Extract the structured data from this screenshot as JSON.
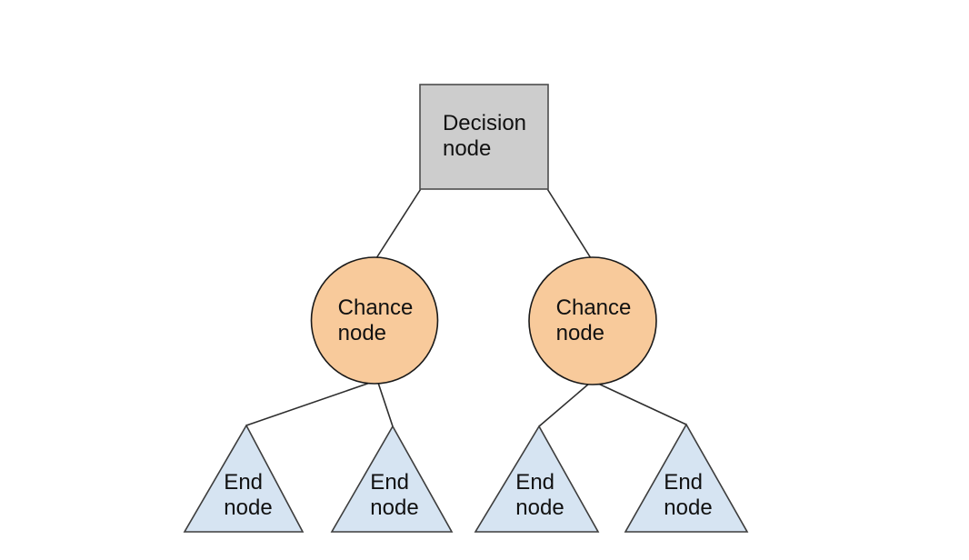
{
  "diagram": {
    "type": "decision-tree",
    "nodes": [
      {
        "id": "decision-node",
        "shape": "square",
        "label": "Decision\nnode"
      },
      {
        "id": "chance-node-left",
        "shape": "circle",
        "label": "Chance\nnode"
      },
      {
        "id": "chance-node-right",
        "shape": "circle",
        "label": "Chance\nnode"
      },
      {
        "id": "end-node-1",
        "shape": "triangle",
        "label": "End\nnode"
      },
      {
        "id": "end-node-2",
        "shape": "triangle",
        "label": "End\nnode"
      },
      {
        "id": "end-node-3",
        "shape": "triangle",
        "label": "End\nnode"
      },
      {
        "id": "end-node-4",
        "shape": "triangle",
        "label": "End\nnode"
      }
    ],
    "edges": [
      {
        "from": "decision-node",
        "to": "chance-node-left"
      },
      {
        "from": "decision-node",
        "to": "chance-node-right"
      },
      {
        "from": "chance-node-left",
        "to": "end-node-1"
      },
      {
        "from": "chance-node-left",
        "to": "end-node-2"
      },
      {
        "from": "chance-node-right",
        "to": "end-node-3"
      },
      {
        "from": "chance-node-right",
        "to": "end-node-4"
      }
    ]
  },
  "colors": {
    "background": "#ffffff",
    "decision_fill": "#cdcdcd",
    "decision_stroke": "#4d4d4d",
    "chance_fill": "#f8ca9b",
    "chance_stroke": "#1a1a1a",
    "end_fill": "#d6e4f2",
    "end_stroke": "#3d3d3d",
    "edge_stroke": "#2e2e2e",
    "text": "#111111"
  }
}
